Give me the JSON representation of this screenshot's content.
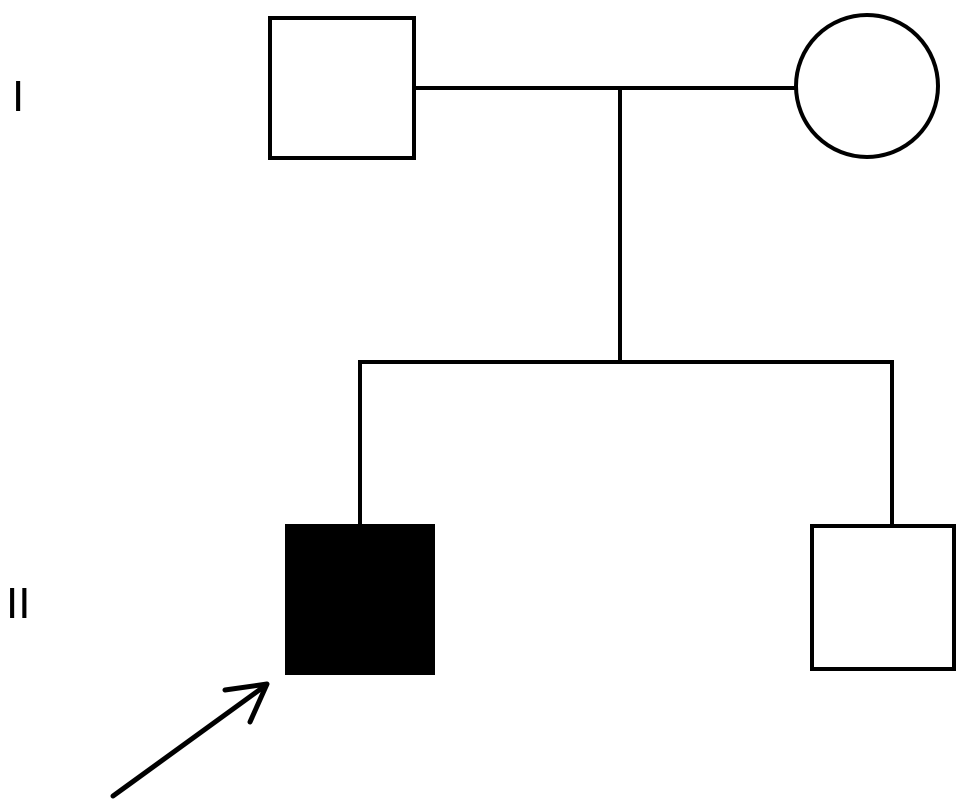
{
  "colors": {
    "line": "#000000",
    "affected_fill": "#000000",
    "unaffected_fill": "#ffffff",
    "background": "#ffffff"
  },
  "generations": [
    {
      "label": "I"
    },
    {
      "label": "II"
    }
  ],
  "individuals": [
    {
      "id": "I-1",
      "sex": "male",
      "affected": false,
      "proband": false
    },
    {
      "id": "I-2",
      "sex": "female",
      "affected": false,
      "proband": false
    },
    {
      "id": "II-1",
      "sex": "male",
      "affected": true,
      "proband": true
    },
    {
      "id": "II-2",
      "sex": "male",
      "affected": false,
      "proband": false
    }
  ],
  "relationships": [
    {
      "type": "mating",
      "partners": [
        "I-1",
        "I-2"
      ],
      "children": [
        "II-1",
        "II-2"
      ]
    }
  ],
  "proband_marker": "arrow-icon"
}
